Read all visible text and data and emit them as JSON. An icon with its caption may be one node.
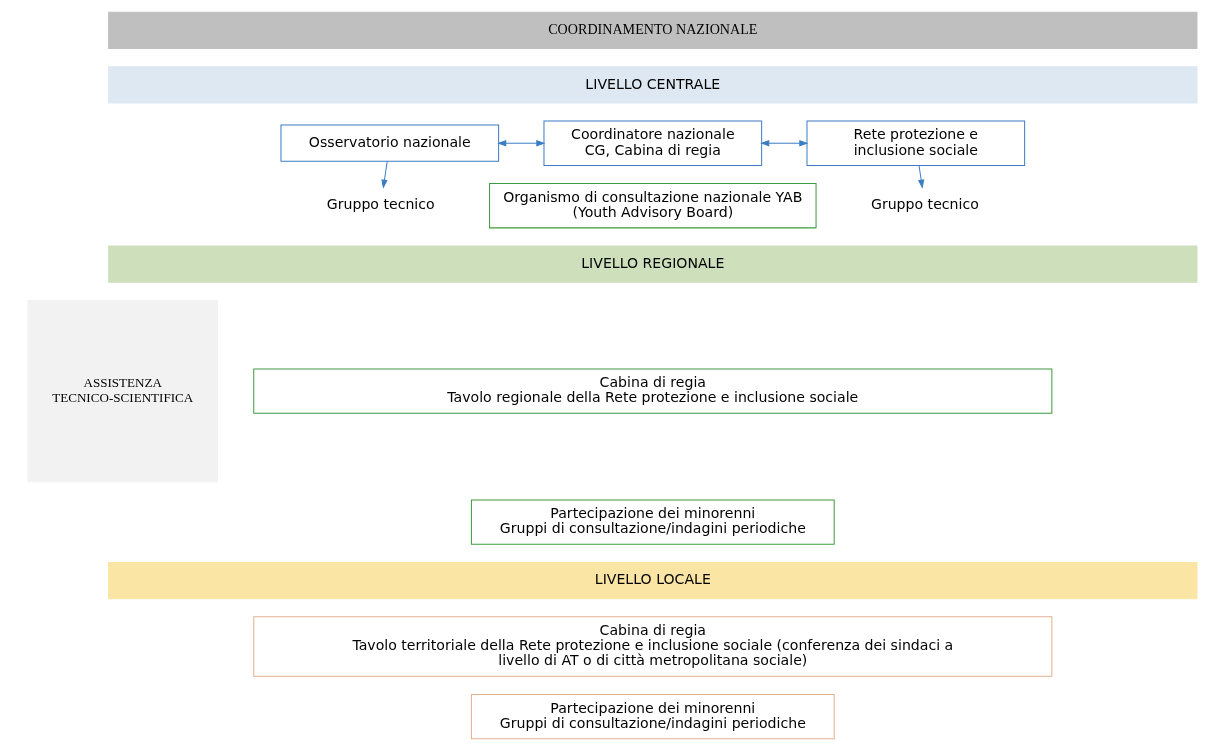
{
  "diagram": {
    "nodes": [
      {
        "text": [
          "COORDINAMENTO NAZIONALE"
        ]
      },
      {
        "text": [
          "ASSISTENZA TECNICO-SCIENTIFICA"
        ]
      },
      {
        "text": [
          "LIVELLO CENTRALE"
        ]
      },
      {
        "text": [
          "Osservatorio nazionale"
        ]
      },
      {
        "text": [
          "Coordinatore nazionale CG, Cabina di regia"
        ]
      },
      {
        "text": [
          "Rete protezione e inclusione sociale"
        ]
      },
      {
        "text": [
          "Gruppo tecnico"
        ]
      },
      {
        "text": [
          "Organismo di consultazione nazionale YAB (Youth Advisory Board)"
        ]
      },
      {
        "text": [
          "Gruppo tecnico"
        ]
      },
      {
        "text": [
          "LIVELLO REGIONALE"
        ]
      },
      {
        "text": [
          "Cabina di regia",
          "Tavolo regionale della Rete protezione e inclusione sociale"
        ]
      },
      {
        "text": [
          "Partecipazione dei minorenni",
          "Gruppi di consultazione/indagini periodiche"
        ]
      },
      {
        "text": [
          "LIVELLO LOCALE"
        ]
      },
      {
        "text": [
          "Cabina di regia",
          "Tavolo territoriale della Rete protezione e inclusione sociale (conferenza dei sindaci a livello di AT o di città metropolitana sociale)"
        ]
      },
      {
        "text": [
          "Partecipazione dei minorenni",
          "Gruppi di consultazione/indagini periodiche"
        ]
      }
    ],
    "edges": [
      {
        "from": 3,
        "to": 4,
        "arrow": "both"
      },
      {
        "from": 4,
        "to": 5,
        "arrow": "both"
      },
      {
        "from": 3,
        "to": 6,
        "arrow": "to"
      },
      {
        "from": 5,
        "to": 8,
        "arrow": "to"
      }
    ]
  }
}
